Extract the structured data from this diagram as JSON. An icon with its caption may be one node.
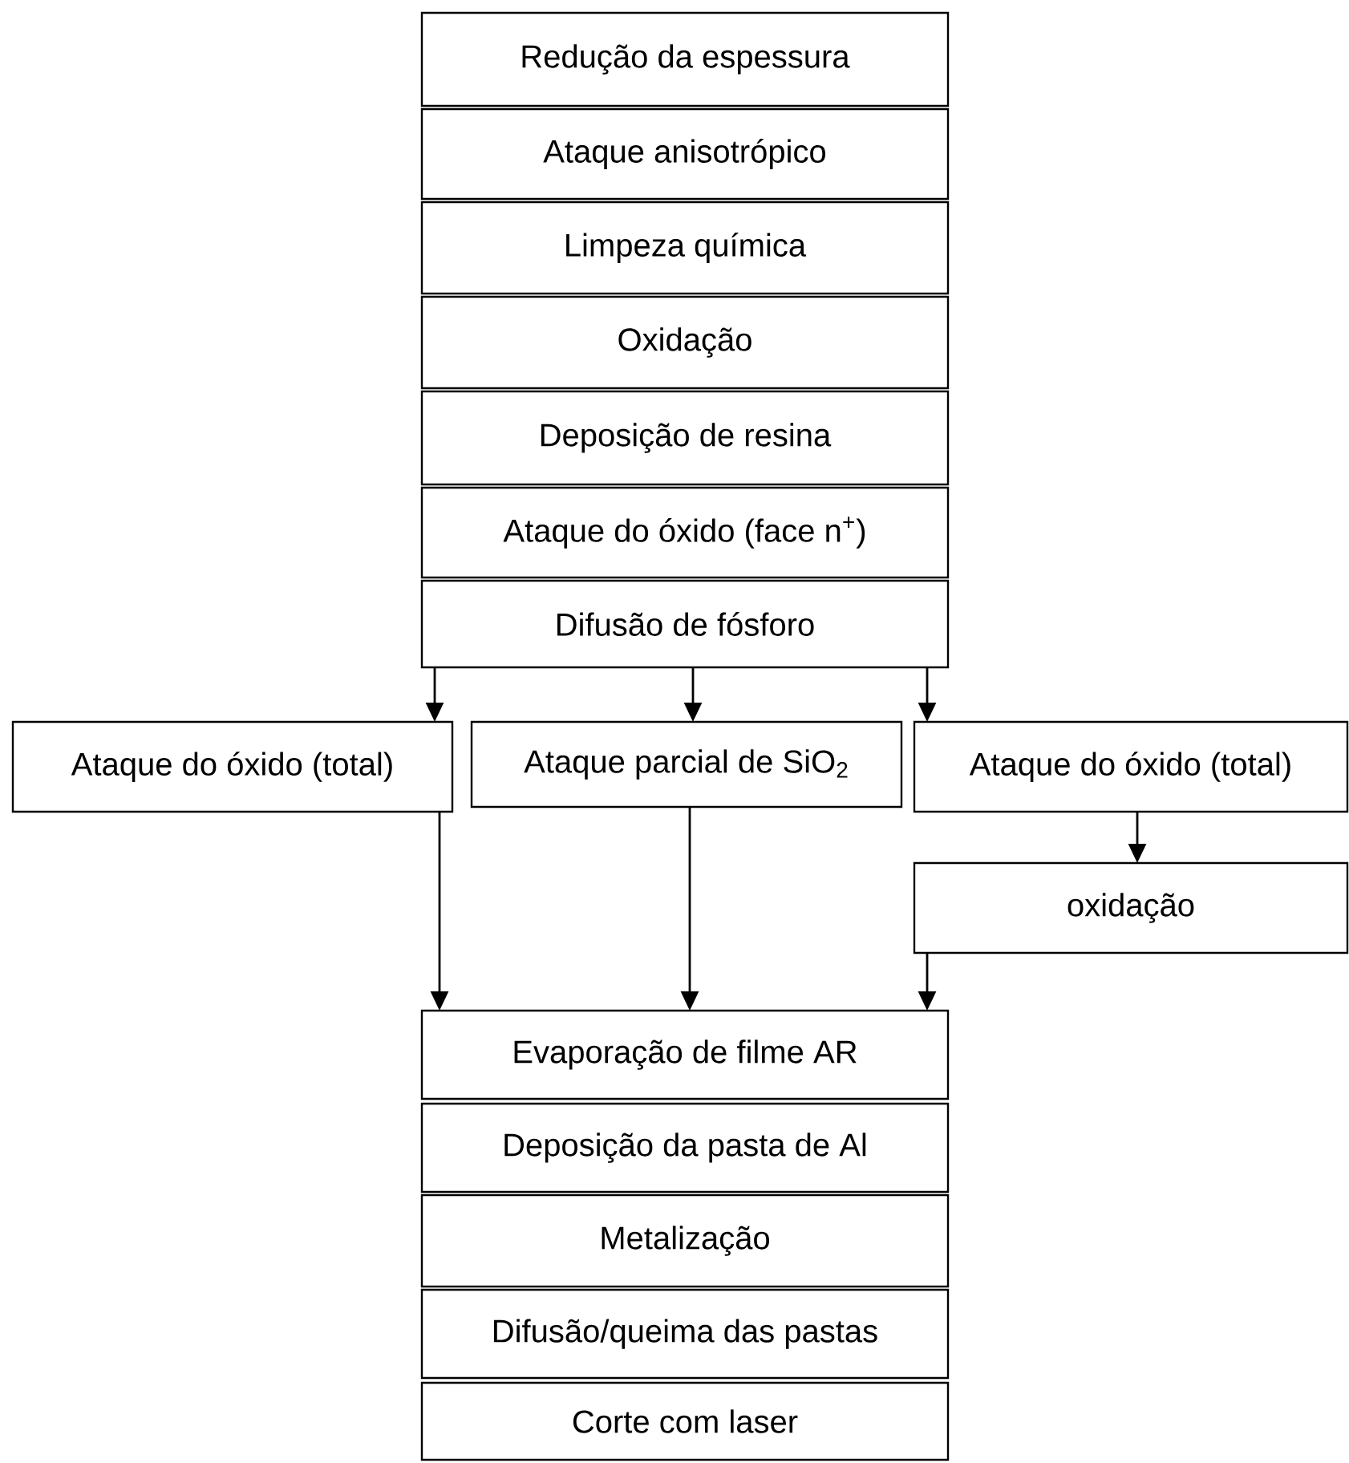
{
  "diagram": {
    "nodes": [
      {
        "text": [
          "Redução da espessura"
        ]
      },
      {
        "text": [
          "Ataque anisotrópico"
        ]
      },
      {
        "text": [
          "Limpeza química"
        ]
      },
      {
        "text": [
          "Oxidação"
        ]
      },
      {
        "text": [
          "Deposição de resina"
        ]
      },
      {
        "text": [
          "Ataque do óxido (face n$^{+}$)"
        ]
      },
      {
        "text": [
          "Difusão de fósforo"
        ]
      },
      {
        "text": [
          "Ataque do óxido (total)"
        ]
      },
      {
        "text": [
          "Ataque parcial  de SiO$_{2}$"
        ]
      },
      {
        "text": [
          "Ataque do óxido (total)"
        ]
      },
      {
        "text": [
          "oxidação"
        ]
      },
      {
        "text": [
          "Evaporação  de filme AR"
        ]
      },
      {
        "text": [
          "Deposição da pasta de Al"
        ]
      },
      {
        "text": [
          "Metalização"
        ]
      },
      {
        "text": [
          "Difusão/queima das pastas"
        ]
      },
      {
        "text": [
          "Corte com laser"
        ]
      }
    ],
    "edges": [
      {
        "from": 6,
        "to": 7,
        "arrow": "to"
      },
      {
        "from": 6,
        "to": 8,
        "arrow": "to"
      },
      {
        "from": 6,
        "to": 9,
        "arrow": "to"
      },
      {
        "from": 7,
        "to": 11,
        "arrow": "to"
      },
      {
        "from": 8,
        "to": 11,
        "arrow": "to"
      },
      {
        "from": 9,
        "to": 10,
        "arrow": "to"
      },
      {
        "from": 10,
        "to": 11,
        "arrow": "to"
      }
    ]
  }
}
